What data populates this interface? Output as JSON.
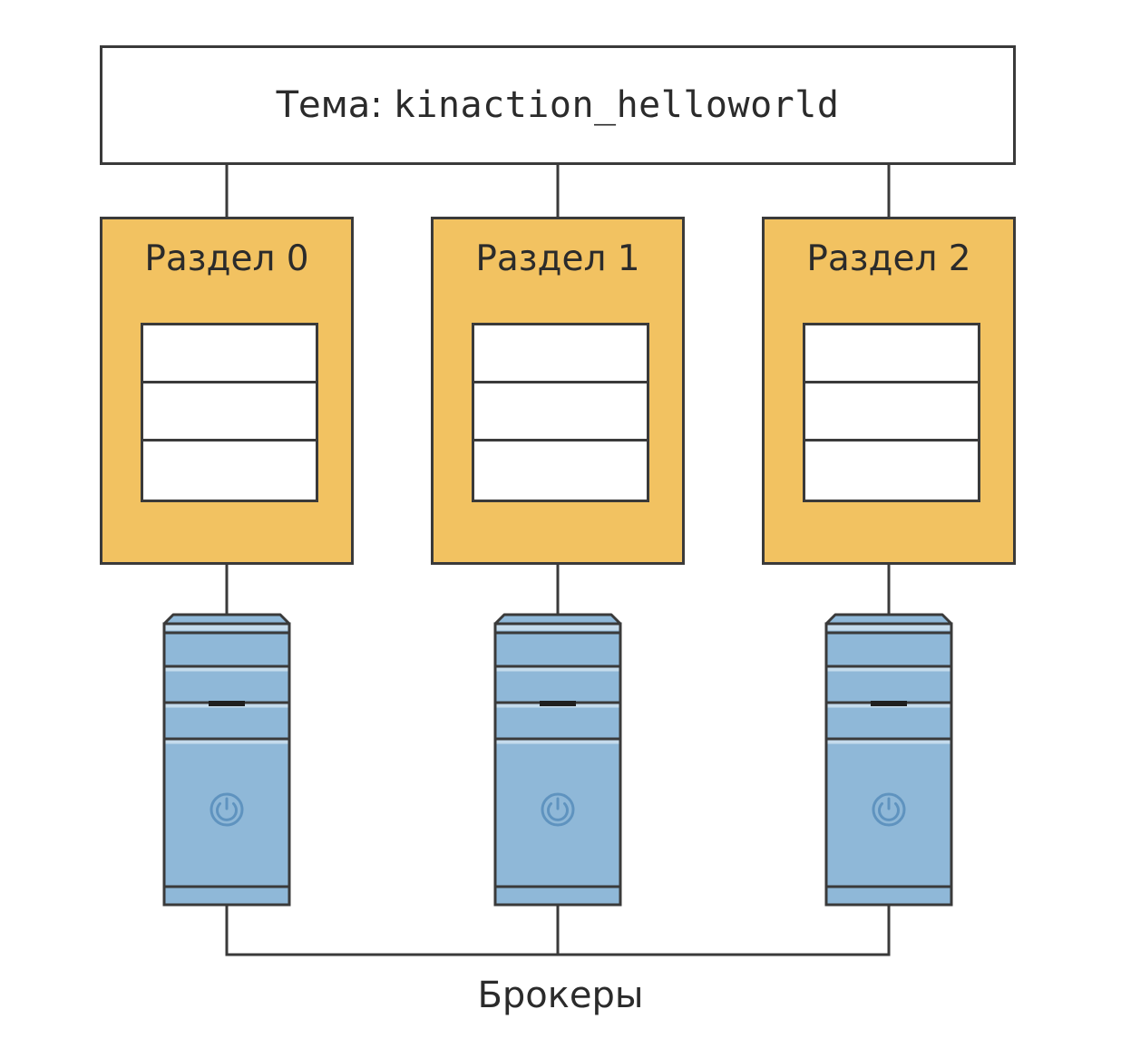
{
  "topic": {
    "prefix": "Тема:",
    "name": "kinaction_helloworld"
  },
  "partitions": [
    {
      "label": "Раздел 0"
    },
    {
      "label": "Раздел 1"
    },
    {
      "label": "Раздел 2"
    }
  ],
  "brokers": {
    "label": "Брокеры",
    "count": 3,
    "icon": "server-tower-icon"
  },
  "colors": {
    "partition_fill": "#f2c261",
    "server_fill": "#8fb8d8",
    "server_dark": "#5f93bf",
    "stroke": "#3a3a3a"
  }
}
